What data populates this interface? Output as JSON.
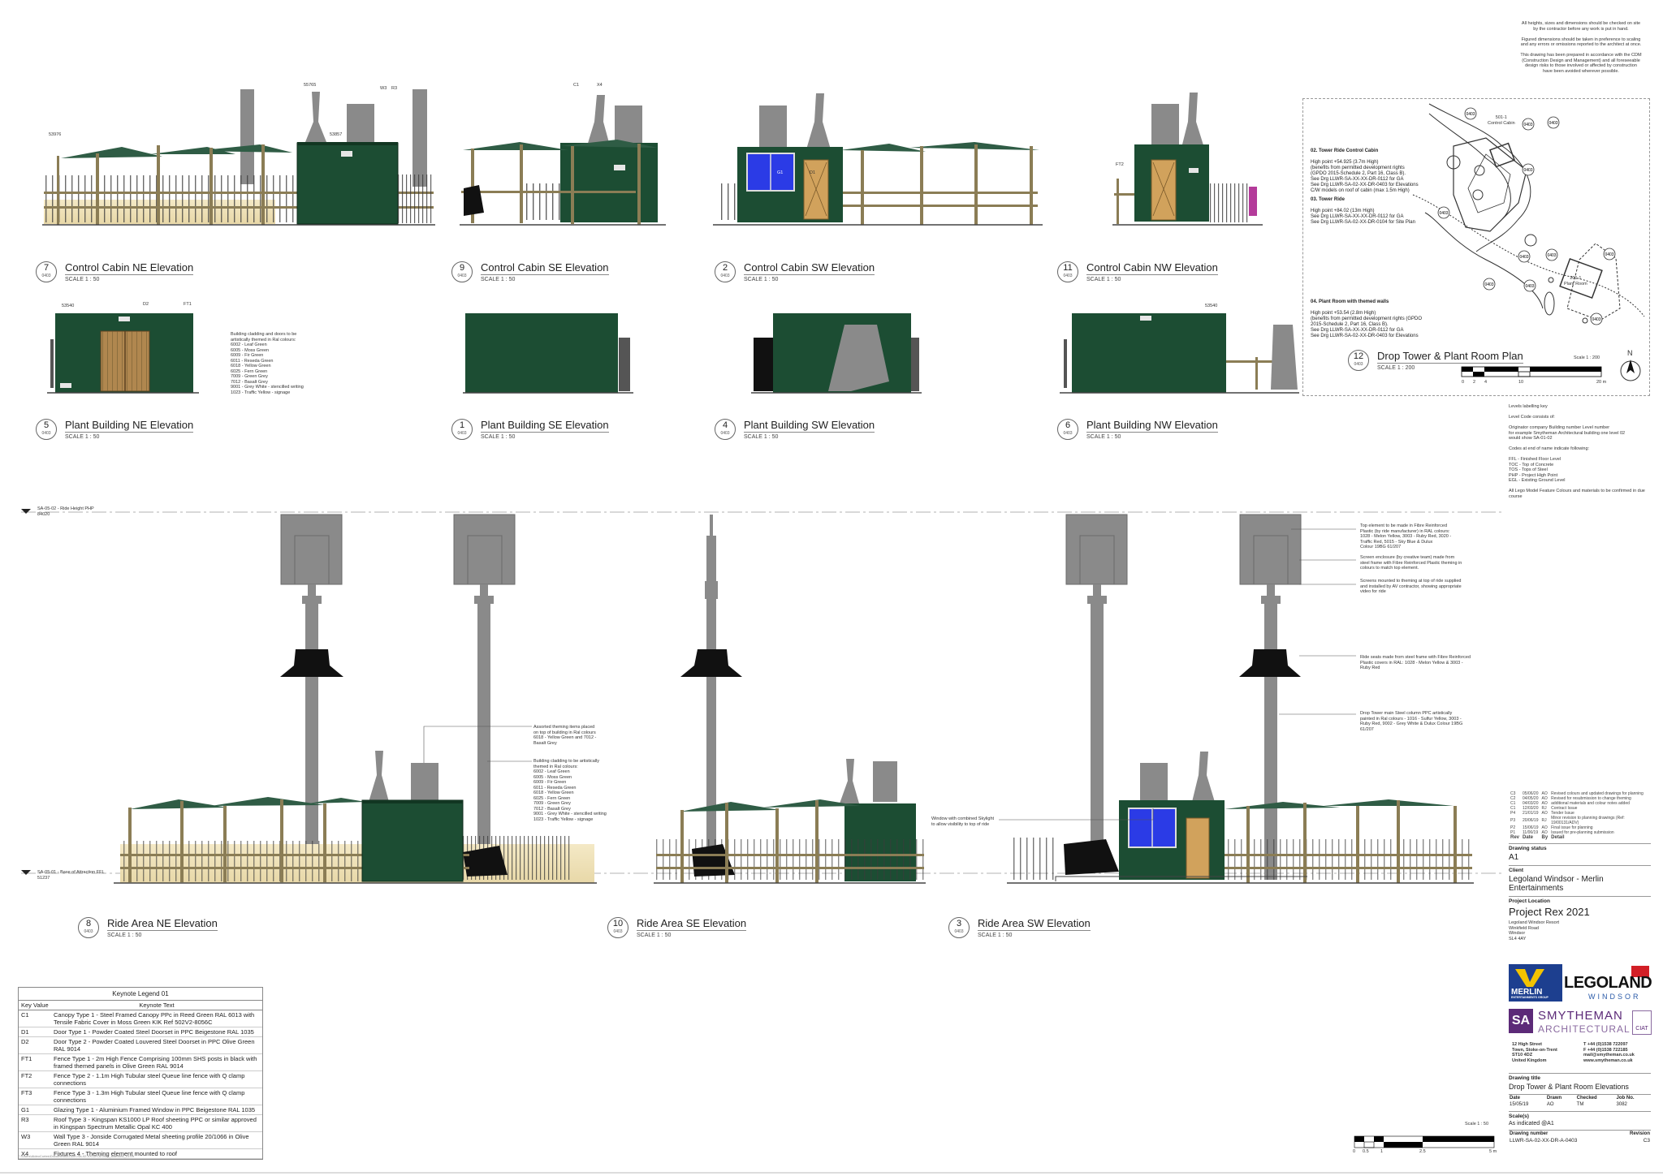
{
  "disclaimer": "All heights, sizes and dimensions should be checked on site\nby the contractor before any work is put in hand.\n\nFigured dimensions should be taken in preference to scaling\nand any errors or omissions reported to the architect at once.\n\nThis drawing has been prepared in accordance with the CDM\n(Construction Design and Management) and all foreseeable\ndesign risks to those involved or affected by construction\nhave been avoided wherever possible.",
  "views": [
    {
      "num": "7",
      "name": "Control Cabin NE Elevation",
      "scale": "SCALE  1 : 50"
    },
    {
      "num": "9",
      "name": "Control Cabin SE Elevation",
      "scale": "SCALE  1 : 50"
    },
    {
      "num": "2",
      "name": "Control Cabin SW Elevation",
      "scale": "SCALE  1 : 50"
    },
    {
      "num": "11",
      "name": "Control Cabin NW Elevation",
      "scale": "SCALE  1 : 50"
    },
    {
      "num": "5",
      "name": "Plant Building NE Elevation",
      "scale": "SCALE  1 : 50"
    },
    {
      "num": "1",
      "name": "Plant Building SE Elevation",
      "scale": "SCALE  1 : 50"
    },
    {
      "num": "4",
      "name": "Plant Building SW Elevation",
      "scale": "SCALE  1 : 50"
    },
    {
      "num": "6",
      "name": "Plant Building NW Elevation",
      "scale": "SCALE  1 : 50"
    },
    {
      "num": "12",
      "name": "Drop Tower & Plant Room Plan",
      "scale": "SCALE  1 : 200"
    },
    {
      "num": "8",
      "name": "Ride Area NE Elevation",
      "scale": "SCALE  1 : 50"
    },
    {
      "num": "10",
      "name": "Ride Area SE Elevation",
      "scale": "SCALE  1 : 50"
    },
    {
      "num": "3",
      "name": "Ride Area SW Elevation",
      "scale": "SCALE  1 : 50"
    }
  ],
  "sheet_ref": "0403",
  "tags": {
    "lvl_53976": "53976",
    "lvl_55765": "55765",
    "lvl_53857": "53857",
    "lvl_53540a": "53540",
    "lvl_53540b": "53540",
    "w3": "W3",
    "r3": "R3",
    "c1": "C1",
    "x4": "X4",
    "d2": "D2",
    "ft1": "FT1",
    "ft2": "FT2",
    "d1": "D1",
    "g1": "G1"
  },
  "notes": {
    "plant_colours": "Building cladding and doors to be\nartistically themed in Ral colours:\n6002 - Leaf Green\n6005 - Moss Green\n6009 - Fir Green\n6011 - Reseda Green\n6018 - Yellow Green\n6025 - Fern Green\n7009 - Green Grey\n7012 - Basalt Grey\n9001 - Grey White - stencilled writing\n1023 - Traffic Yellow - signage",
    "theming_items": "Assorted theming items placed\non top of building in Ral colours\n6018 - Yellow Green and 7012 -\nBasalt Grey",
    "cladding_ride": "Building cladding to be artistically\nthemed in Ral colours:\n6002 - Leaf Green\n6005 - Moss Green\n6009 - Fir Green\n6011 - Reseda Green\n6018 - Yellow Green\n6025 - Fern Green\n7009 - Green Grey\n7012 - Basalt Grey\n9001 - Grey White - stencilled writing\n1023 - Traffic Yellow - signage",
    "top_element": "Top element to be made in Fibre Reinforced\nPlastic (by ride manufacturer) in RAL colours:\n1028 - Melon Yellow, 3003 - Ruby Red, 3020 -\nTraffic Red, 5015 - Sky Blue & Dulux\nColour 19BG 61/207",
    "screen_enclosure": "Screen enclosure (by creative team) made from\nsteel frame with Fibre Reinforced Plastic theming in\ncolours to match top element.",
    "screens_mounted": "Screens mounted to theming at top of ride supplied\nand installed by AV contractor, showing appropriate\nvideo for ride",
    "ride_seats": "Ride seats made from steel frame with Fibre Reinforced\nPlastic covers in RAL: 1028 - Melon Yellow & 3003 -\nRuby Red",
    "column": "Drop Tower main Steel column PPC artistically\npainted in Ral colours - 1016 - Sulfur Yellow, 3003 -\nRuby Red, 9002 - Grey White & Dulux Colour 19BG\n61/207",
    "window_skylight": "Window with combined Skylight\nto allow visibility to top of ride",
    "ride_height": "SA-05-02 - Ride Height PHP\n84020",
    "base_ffl": "SA-05-01 - Base of Attraction FFL\n51237",
    "levels_key": "Levels labelling key\n\nLevel Code consists of:\n\nOriginator company Building number Level number\nfor example Smytheman Architectural building one level 02\nwould show SA-01-02\n\nCodes at end of name indicate following:\n\nFFL - Finished Floor Level\nTOC - Top of Concrete\nTOS - Tops of Steel\nPHP - Project High Point\nEGL - Existing Ground Level\n\nAll Lego Model Feature Colours and materials to be confirmed in due course"
  },
  "plan": {
    "cabin_title": "02. Tower Ride Control Cabin",
    "cabin_body": "High point +54.925 (3.7m High)\n(benefits from permitted development rights\n(GPDO 2015-Schedule 2, Part 16, Class B).\nSee Drg LLWR-SA-XX-XX-DR-0112 for GA\nSee Drg LLWR-SA-02-XX-DR-0403 for Elevations\nC/W models on roof of cabin (max 1.5m High)",
    "tower_title": "03. Tower Ride",
    "tower_body": "High point +84.02 (13m High)\nSee Drg LLWR-SA-XX-XX-DR-0112 for GA\nSee Drg LLWR-SA-02-XX-DR-0104 for Site Plan",
    "plant_title": "04. Plant Room with themed walls",
    "plant_body": "High point +53.54 (2.8m High)\n(benefits from permitted development rights (GPDO\n2015-Schedule 2, Part 16, Class B).\nSee Drg LLWR-SA-XX-XX-DR-0112 for GA\nSee Drg LLWR-SA-02-XX-DR-0403 for Elevations",
    "label_cabin": "501-1\nControl Cabin",
    "label_plant": "201-1\nPlant Room",
    "plan_scale": "Scale 1 : 200",
    "north": "N",
    "scalebar": [
      "0",
      "2",
      "4",
      "10",
      "20 m"
    ]
  },
  "legend": {
    "title": "Keynote Legend 01",
    "col_key": "Key Value",
    "col_text": "Keynote Text",
    "rows": [
      [
        "C1",
        "Canopy Type 1 - Steel Framed Canopy PPc in Reed Green RAL 6013 with Tensile Fabric Cover in Moss Green KIK Ref 502V2-8056C"
      ],
      [
        "D1",
        "Door Type 1 - Powder Coated Steel Doorset in PPC Beigestone RAL 1035"
      ],
      [
        "D2",
        "Door Type 2 - Powder Coated Louvered Steel Doorset in PPC Olive Green RAL 9014"
      ],
      [
        "FT1",
        "Fence Type 1 - 2m High Fence Comprising 100mm SHS posts in black with framed themed panels in Olive Green RAL 9014"
      ],
      [
        "FT2",
        "Fence Type 2 - 1.1m High Tubular steel Queue line fence with Q clamp connections"
      ],
      [
        "FT3",
        "Fence Type 3 - 1.3m High Tubular steel Queue line fence with Q clamp connections"
      ],
      [
        "G1",
        "Glazing Type 1 - Aluminium Framed Window in PPC Beigestone RAL 1035"
      ],
      [
        "R3",
        "Roof Type 3 - Kingspan KS1000 LP Roof sheeting PPC or similar approved in Kingspan Spectrum Metallic Opal KC 400"
      ],
      [
        "W3",
        "Wall Type 3 - Jonside Corrugated Metal sheeting profile 20/1066 in Olive Green RAL 9014"
      ],
      [
        "X4",
        "Fixtures 4 - Theming element mounted to roof"
      ]
    ]
  },
  "revisions": {
    "rows": [
      [
        "C3",
        "05/06/20",
        "AO",
        "Revised colours and updated drawings for planning"
      ],
      [
        "C2",
        "04/05/20",
        "AO",
        "Revised for resubmission to change theming"
      ],
      [
        "C1",
        "04/03/20",
        "AO",
        "additional materials and colour notes added"
      ],
      [
        "C1",
        "12/03/20",
        "RJ",
        "Contract Issue"
      ],
      [
        "P4",
        "21/01/19",
        "AO",
        "Tender Issue"
      ],
      [
        "P3",
        "20/06/19",
        "RJ",
        "Minor revision to planning drawings (Ref: 19/00131/ADV)"
      ],
      [
        "P2",
        "15/06/19",
        "AO",
        "Final issue for planning"
      ],
      [
        "P1",
        "11/06/19",
        "AO",
        "Issued for pre-planning submission"
      ]
    ],
    "head_rev": "Rev",
    "head_date": "Date",
    "head_by": "By",
    "head_detail": "Detail"
  },
  "titleblock": {
    "status_label": "Drawing status",
    "status": "A1",
    "client_label": "Client",
    "client": "Legoland Windsor - Merlin Entertainments",
    "location_label": "Project Location",
    "project": "Project Rex 2021",
    "address": "Legoland Windsor Resort\nWinkfield Road\nWindsor\nSL4 4AY",
    "merlin": "MERLIN",
    "merlin_sub": "ENTERTAINMENTS GROUP",
    "lego": "LEGOLAND",
    "lego_sub": "WINDSOR",
    "sa_logo": "SA",
    "sa_name": "SMYTHEMAN",
    "sa_sub": "ARCHITECTURAL",
    "ciat": "CIAT",
    "office": "12 High Street\nTown, Stoke-on-Trent\nST10 4DZ\nUnited Kingdom",
    "phones": "T  +44 (0)1538 722097\nF  +44 (0)1538 722185\nmail@smytheman.co.uk\nwww.smytheman.co.uk",
    "title_label": "Drawing title",
    "title": "Drop Tower & Plant Room Elevations",
    "h_date": "Date",
    "h_drawn": "Drawn",
    "h_checked": "Checked",
    "h_job": "Job No.",
    "date": "15/05/19",
    "drawn": "AO",
    "checked": "TM",
    "job": "3082",
    "scale_label": "Scale(s)",
    "scale": "As indicated @A1",
    "number_label": "Drawing number",
    "revision_label": "Revision",
    "number": "LLWR-SA-02-XX-DR-A-0403",
    "revision": "C3",
    "bar_scale": "Scale 1 : 50",
    "bar_ticks": [
      "0",
      "0.5",
      "1",
      "2.5",
      "5 m"
    ]
  },
  "file_path": "C:\\Users\\AldeoCortes\\Documents\\LLWR-SA-02-XX-DR-A-0403_aldeoc8v_01.rvt",
  "colors": {
    "cabin_green": "#1c4d33",
    "canopy_green": "#2f5c45",
    "timber": "#8b7d55",
    "grey": "#8a8a8a",
    "door": "#d1a25c",
    "window": "#2b3be6",
    "black": "#111111",
    "deck": "#f2e6bf"
  }
}
